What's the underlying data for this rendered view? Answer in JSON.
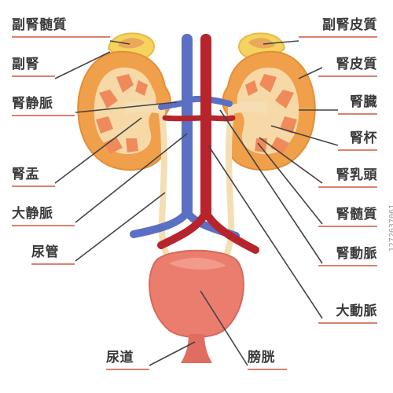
{
  "labels": {
    "adrenal_medulla": "副腎髄質",
    "adrenal_gland": "副腎",
    "renal_vein": "腎静脈",
    "renal_pelvis": "腎盂",
    "inferior_vena_cava": "大静脈",
    "ureter": "尿管",
    "urethra": "尿道",
    "adrenal_cortex": "副腎皮質",
    "renal_cortex": "腎皮質",
    "kidney": "腎臓",
    "renal_calyx": "腎杯",
    "renal_papilla": "腎乳頭",
    "renal_medulla": "腎髄質",
    "renal_artery": "腎動脈",
    "aorta": "大動脈",
    "bladder": "膀胱"
  },
  "stock_id": "1272637061",
  "colors": {
    "label_underline": "#d9826f",
    "leader_line": "#444444",
    "kidney_outer": "#f0a04a",
    "kidney_inner": "#f7d9a8",
    "pyramid": "#f08a5a",
    "adrenal": "#f4d35e",
    "vein": "#5b6fc4",
    "artery": "#b8242c",
    "ureter": "#f5deb3",
    "bladder": "#eb7d6f"
  }
}
